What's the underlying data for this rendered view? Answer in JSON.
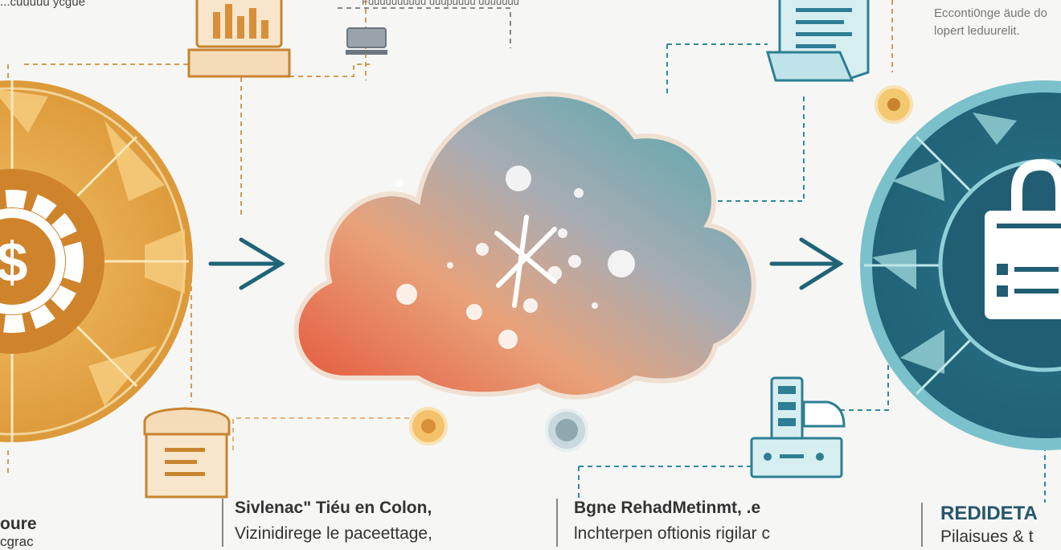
{
  "top_texts": {
    "top_left": "...cuuuuu ycgue",
    "top_mid": "Fuuuuuuuuuu  uuupuuuu uuuuuuu",
    "top_right_line1": "Ecconti0nge äude do",
    "top_right_line2": "lopert leduurelit."
  },
  "captions": [
    {
      "title": "oure",
      "subtitle": "cgrac"
    },
    {
      "title": "Sivlenac\" Tiéu en Colon,",
      "subtitle": "Vizinidirege le paceettage,"
    },
    {
      "title": "Bgne RehadMetinmt, .e",
      "subtitle": "lnchterpen oftionis rigilar c"
    },
    {
      "title": "REDIDETA",
      "subtitle": "Pilaisues & t"
    }
  ],
  "colors": {
    "orange": "#e7a640",
    "orange_dark": "#c8842e",
    "teal": "#2e7f93",
    "teal_dark": "#1f6478",
    "teal_light": "#7fc6cf",
    "navy": "#24566b",
    "red": "#e05a3a",
    "beige": "#f5dcb8"
  },
  "icons": {
    "left_wheel": "gear-dollar-icon",
    "cloud": "cloud-sparkle-icon",
    "right_wheel": "padlock-checklist-icon",
    "laptop": "laptop-chart-icon",
    "document_stack": "document-icon",
    "storage_box": "archive-box-icon",
    "server_device": "server-device-icon",
    "arrow": "arrow-right-icon"
  }
}
